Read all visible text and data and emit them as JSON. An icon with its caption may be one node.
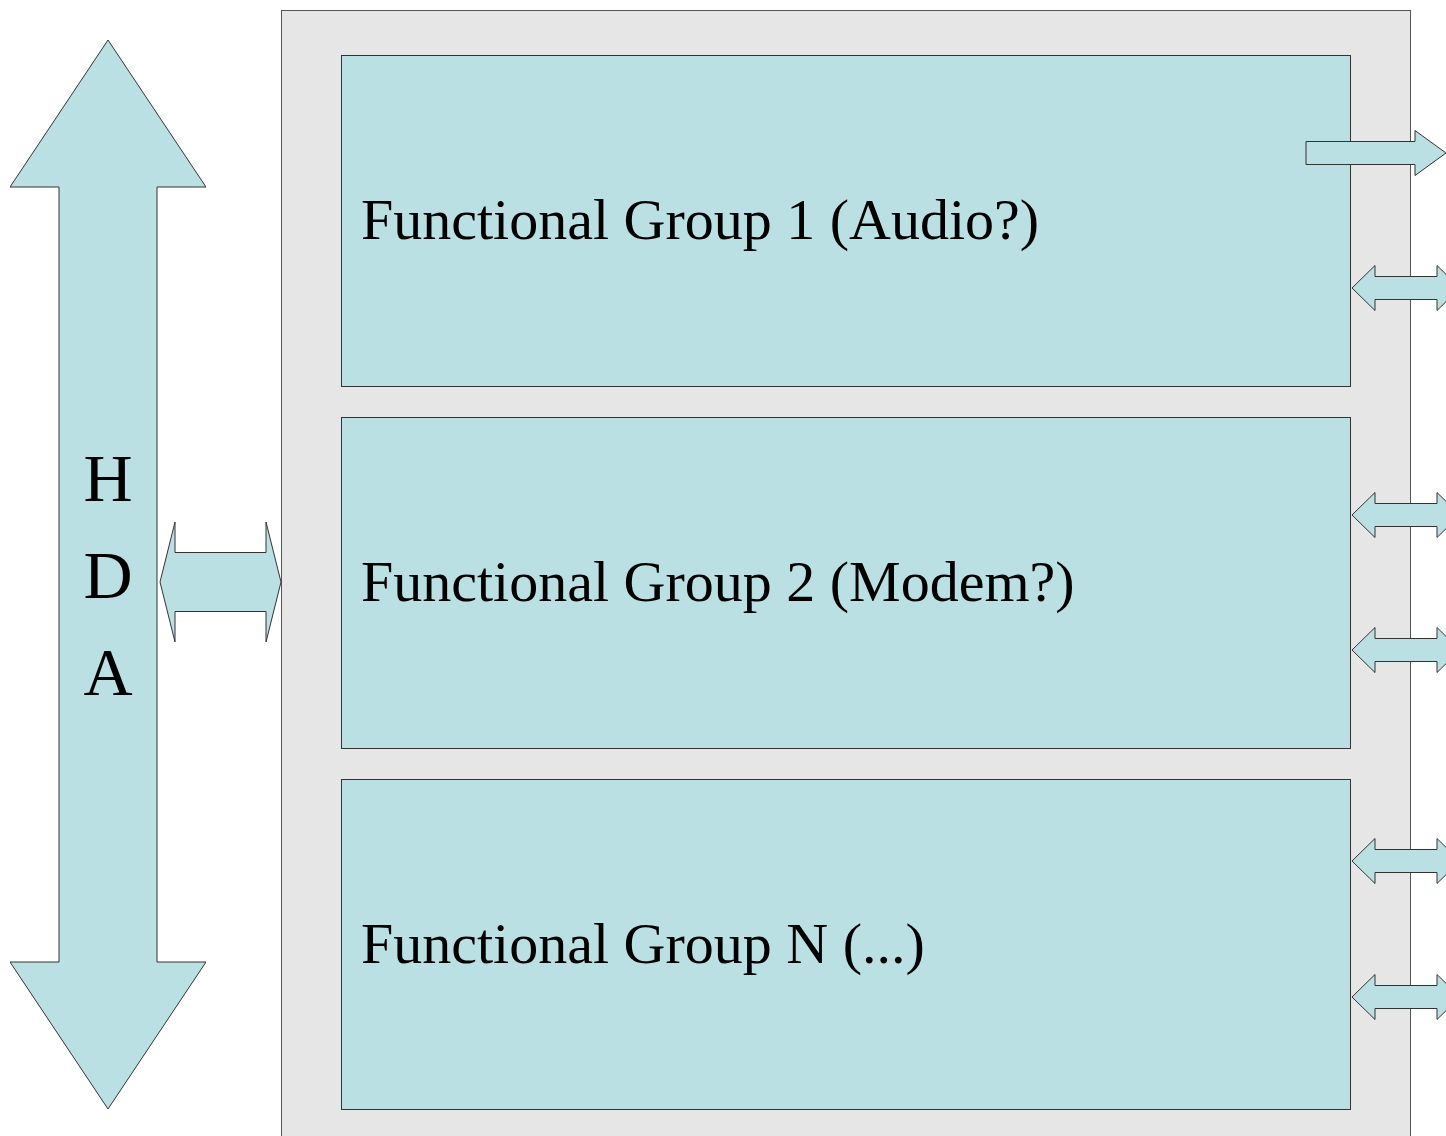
{
  "diagram": {
    "nodes": [
      {
        "text": [
          "HDA"
        ]
      },
      {
        "text": [],
        "shape": "box"
      },
      {
        "text": [
          "Functional Group 1 (Audio?)"
        ],
        "in": 1
      },
      {
        "text": [
          "Functional Group 2 (Modem?)"
        ],
        "in": 1
      },
      {
        "text": [
          "Functional Group N (...)"
        ],
        "in": 1
      }
    ],
    "edges": [
      {
        "from": 0,
        "to": 1,
        "arrow": "both"
      },
      {
        "from": 2,
        "to": null,
        "arrow": "to"
      },
      {
        "from": 2,
        "to": null,
        "arrow": "both"
      },
      {
        "from": 3,
        "to": null,
        "arrow": "both"
      },
      {
        "from": 3,
        "to": null,
        "arrow": "both"
      },
      {
        "from": 4,
        "to": null,
        "arrow": "both"
      },
      {
        "from": 4,
        "to": null,
        "arrow": "both"
      }
    ]
  }
}
